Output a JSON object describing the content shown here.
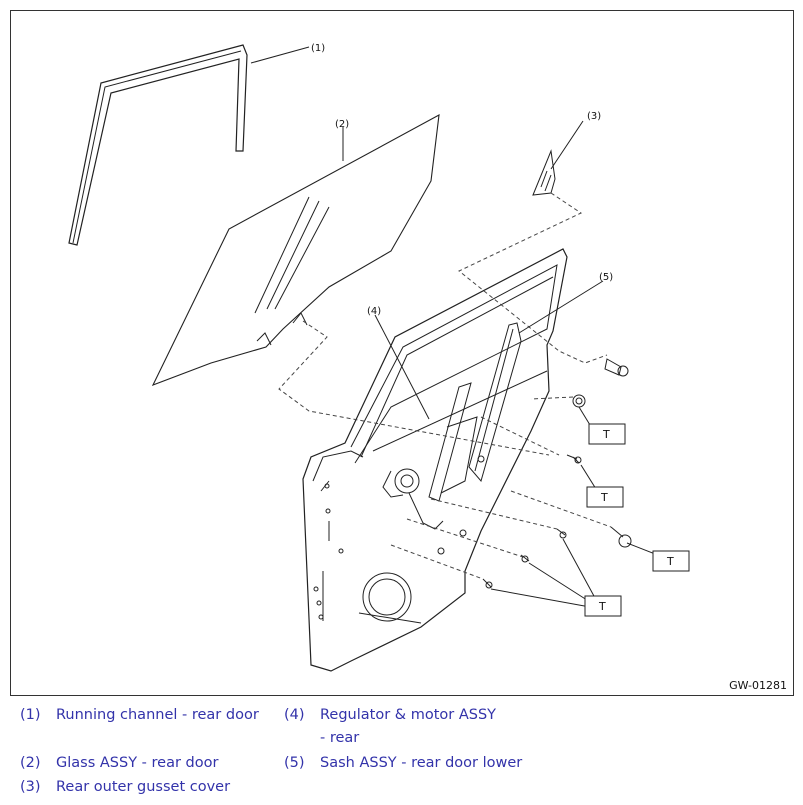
{
  "diagram": {
    "figure_id": "GW-01281",
    "callouts": [
      "(1)",
      "(2)",
      "(3)",
      "(4)",
      "(5)"
    ],
    "torque_label": "T"
  },
  "legend": {
    "items": [
      {
        "num": "(1)",
        "text": "Running channel - rear door"
      },
      {
        "num": "(2)",
        "text": "Glass ASSY - rear door"
      },
      {
        "num": "(3)",
        "text": "Rear outer gusset cover"
      },
      {
        "num": "(4)",
        "text": "Regulator & motor ASSY - rear"
      },
      {
        "num": "(5)",
        "text": "Sash ASSY - rear door lower"
      }
    ]
  },
  "colors": {
    "legend_text": "#3333aa",
    "line": "#222222"
  }
}
